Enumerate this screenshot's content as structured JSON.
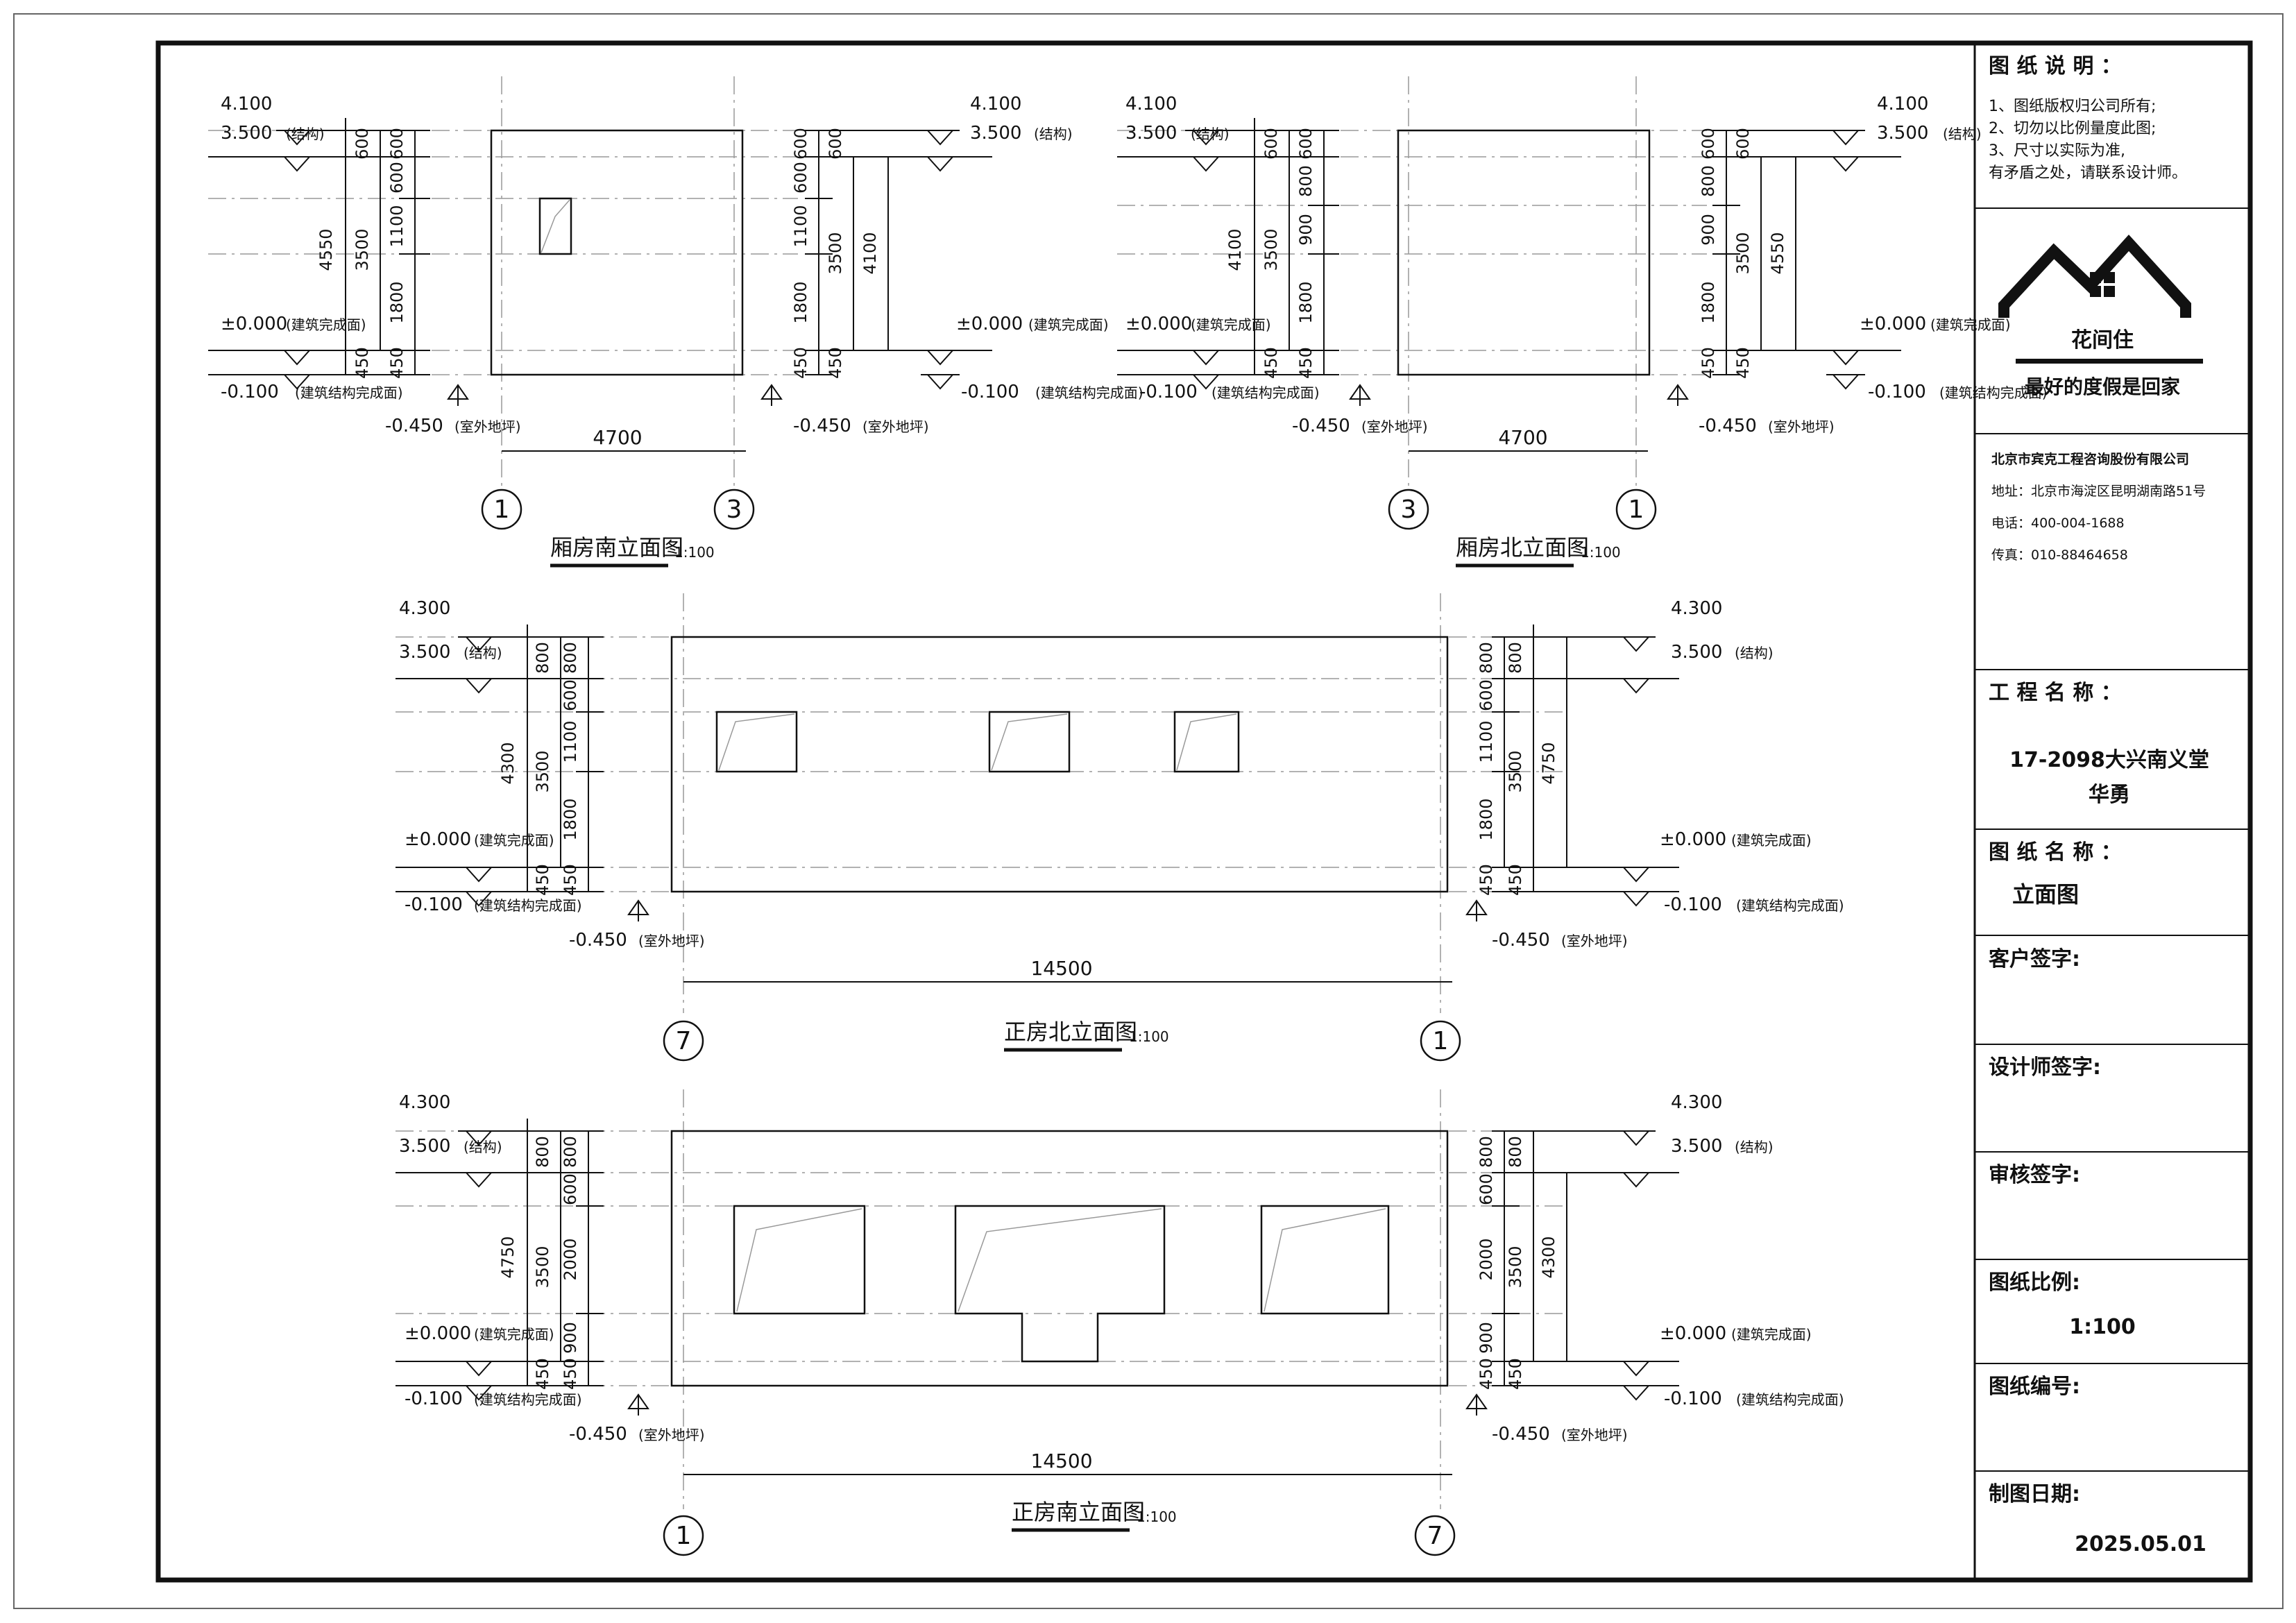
{
  "colors": {
    "line": "#111111",
    "thin": "#9a9a9a"
  },
  "title_block": {
    "notes_title": "图 纸 说 明 ：",
    "notes": [
      "1、图纸版权归公司所有;",
      "2、切勿以比例量度此图;",
      "3、尺寸以实际为准,",
      "有矛盾之处，请联系设计师。"
    ],
    "logo_icon": "house-roof-logo-icon",
    "logo_name": "花间住",
    "slogan": "最好的度假是回家",
    "company": "北京市宾克工程咨询股份有限公司",
    "address": "地址：北京市海淀区昆明湖南路51号",
    "phone": "电话：400-004-1688",
    "fax": "传真：010-88464658",
    "project_label": "工 程 名 称 ：",
    "project_line1": "17-2098大兴南义堂",
    "project_line2": "华勇",
    "drawing_label": "图 纸 名 称 ：",
    "drawing_name": "立面图",
    "client_sign": "客户签字:",
    "designer_sign": "设计师签字:",
    "review_sign": "审核签字:",
    "scale_label": "图纸比例:",
    "scale": "1:100",
    "number_label": "图纸编号:",
    "date_label": "制图日期:",
    "date": "2025.05.01"
  },
  "common": {
    "struct_suffix": "(结构)",
    "finish_note": "(建筑完成面)",
    "struct_finish_note": "(建筑结构完成面)",
    "ground_note": "(室外地坪)",
    "lv_0": "±0.000",
    "lv_m01": "-0.100",
    "lv_m045": "-0.450",
    "lv_35": "3.500",
    "lv_41": "4.100",
    "lv_43": "4.300",
    "d450": "450",
    "d600": "600",
    "d800": "800",
    "d900": "900",
    "d1100": "1100",
    "d1800": "1800",
    "d2000": "2000",
    "d3500": "3500",
    "d4100": "4100",
    "d4300": "4300",
    "d4550": "4550",
    "d4750": "4750",
    "w4700": "4700",
    "w14500": "14500",
    "axis_1": "1",
    "axis_3": "3",
    "axis_7": "7",
    "scale_note": "1:100"
  },
  "elevations": {
    "wing_south": {
      "title": "厢房南立面图"
    },
    "wing_north": {
      "title": "厢房北立面图"
    },
    "main_north": {
      "title": "正房北立面图"
    },
    "main_south": {
      "title": "正房南立面图"
    }
  }
}
